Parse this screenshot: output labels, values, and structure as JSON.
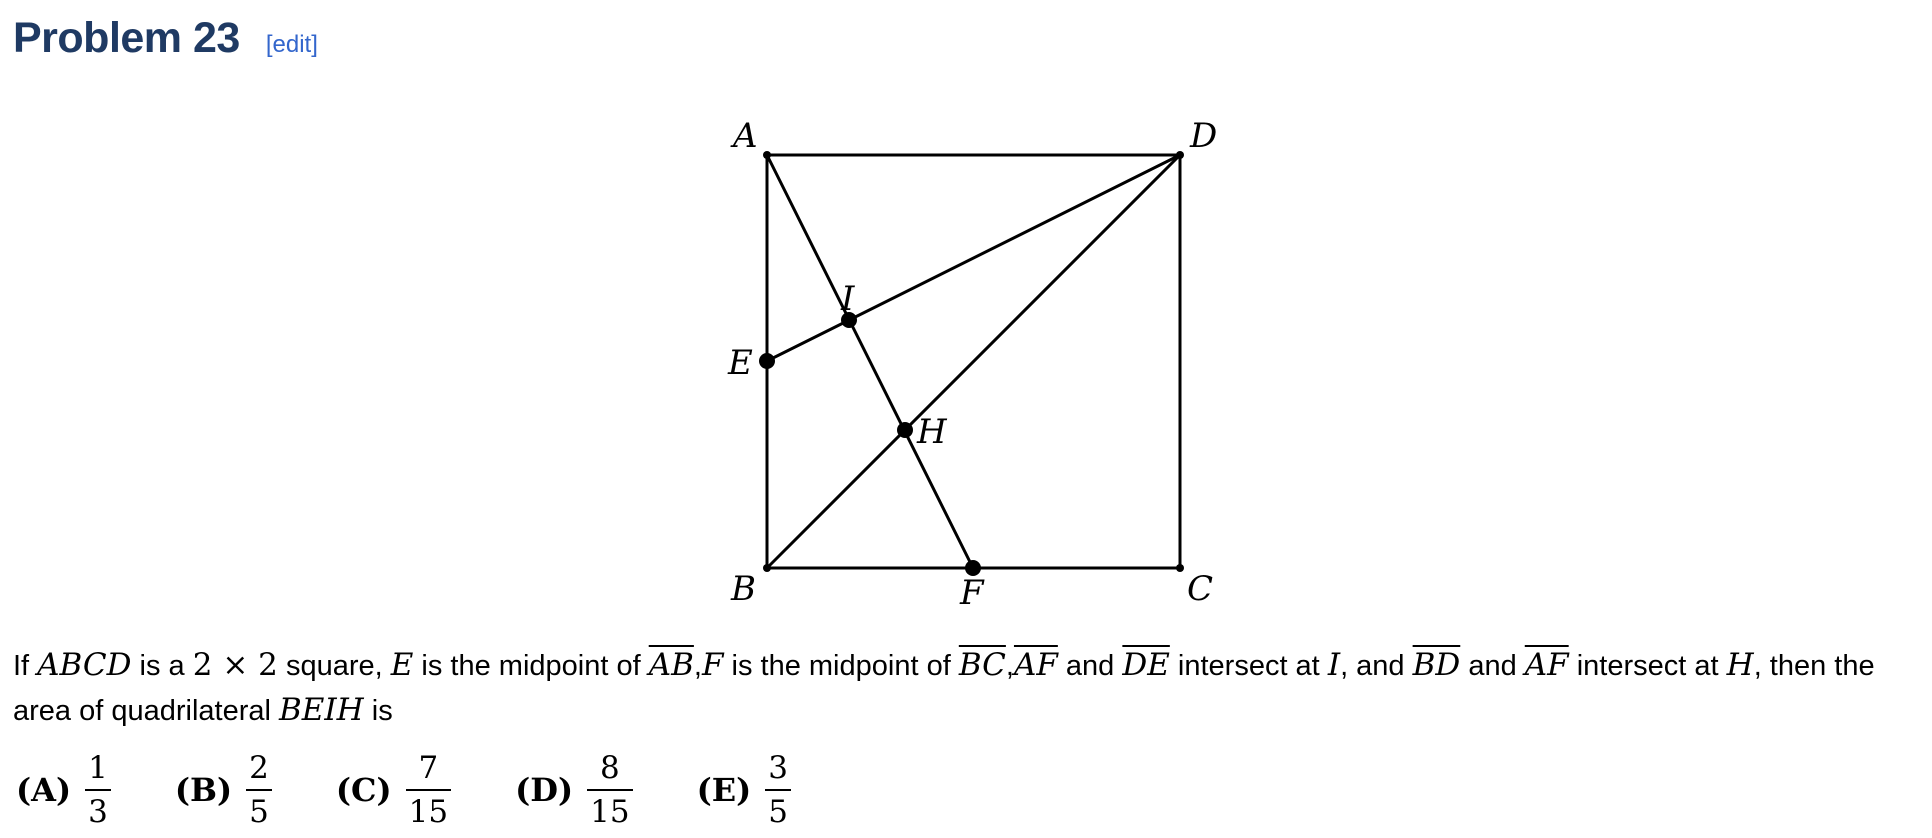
{
  "header": {
    "title": "Problem 23",
    "edit_open": "[",
    "edit_label": "edit",
    "edit_close": "]"
  },
  "figure": {
    "labels": {
      "A": "A",
      "B": "B",
      "C": "C",
      "D": "D",
      "E": "E",
      "F": "F",
      "H": "H",
      "I": "I"
    }
  },
  "problem": {
    "t1": "If ",
    "m1": "ABCD",
    "t2": " is a ",
    "m2": "2 × 2",
    "t3": " square, ",
    "m3": "E",
    "t4": " is the midpoint of ",
    "s1": "AB",
    "t5": ",",
    "m4": "F",
    "t6": " is the midpoint of ",
    "s2": "BC",
    "t7": ",",
    "s3": "AF",
    "t8": " and ",
    "s4": "DE",
    "t9": " intersect at ",
    "m5": "I",
    "t10": ", and ",
    "s5": "BD",
    "t11": " and ",
    "s6": "AF",
    "t12": " intersect at ",
    "m6": "H",
    "t13": ", then the area of quadrilateral ",
    "m7": "BEIH",
    "t14": " is"
  },
  "choices": [
    {
      "letter": "(A)",
      "num": "1",
      "den": "3"
    },
    {
      "letter": "(B)",
      "num": "2",
      "den": "5"
    },
    {
      "letter": "(C)",
      "num": "7",
      "den": "15"
    },
    {
      "letter": "(D)",
      "num": "8",
      "den": "15"
    },
    {
      "letter": "(E)",
      "num": "3",
      "den": "5"
    }
  ]
}
